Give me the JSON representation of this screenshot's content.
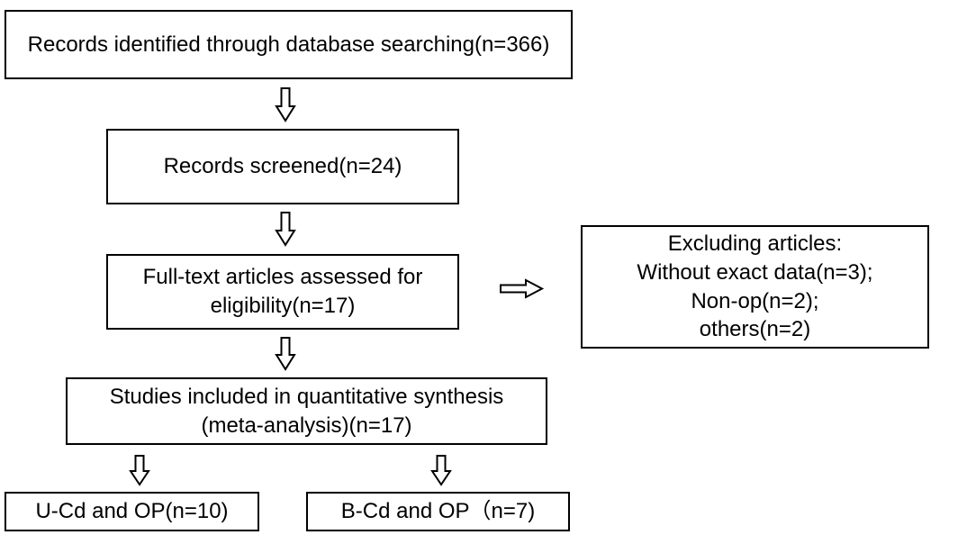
{
  "flow": {
    "identified": "Records identified through database searching(n=366)",
    "screened": "Records screened(n=24)",
    "fulltext": {
      "line1": "Full-text articles assessed for",
      "line2": "eligibility(n=17)"
    },
    "excluded": {
      "heading": "Excluding articles:",
      "reasons": [
        "Without exact data(n=3);",
        "Non-op(n=2);",
        "others(n=2)"
      ]
    },
    "included": {
      "line1": "Studies included in quantitative synthesis",
      "line2": "(meta-analysis)(n=17)"
    },
    "outcomes": [
      "U-Cd and OP(n=10)",
      "B-Cd and OP（n=7)"
    ]
  },
  "colors": {
    "stroke": "#000000",
    "background": "#ffffff"
  },
  "icons": {
    "down": "hollow-down-arrow-icon",
    "right": "hollow-right-arrow-icon"
  }
}
